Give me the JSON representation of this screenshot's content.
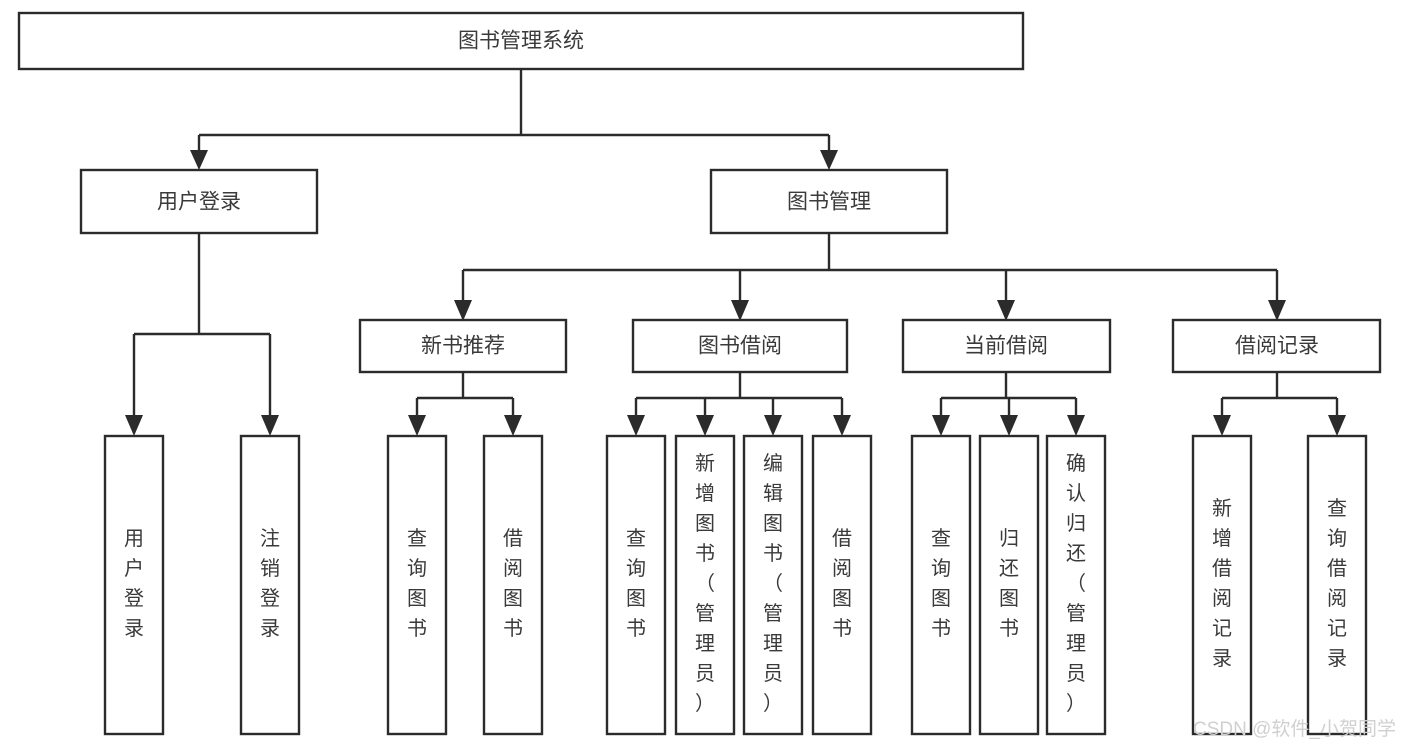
{
  "diagram": {
    "title": "图书管理系统",
    "type": "tree-hierarchy",
    "orientation": "top-down",
    "colors": {
      "box_fill": "#ffffff",
      "box_stroke": "#2b2b2b",
      "connector": "#2b2b2b",
      "text": "#3a3a3a",
      "background": "#ffffff",
      "watermark": "#d0d0d0"
    },
    "root": {
      "label": "图书管理系统"
    },
    "level2": [
      {
        "label": "用户登录"
      },
      {
        "label": "图书管理"
      }
    ],
    "level3": [
      {
        "label": "新书推荐"
      },
      {
        "label": "图书借阅"
      },
      {
        "label": "当前借阅"
      },
      {
        "label": "借阅记录"
      }
    ],
    "leaves": {
      "user_login": [
        {
          "label": "用户登录"
        },
        {
          "label": "注销登录"
        }
      ],
      "new_book_recommend": [
        {
          "label": "查询图书"
        },
        {
          "label": "借阅图书"
        }
      ],
      "book_borrow": [
        {
          "label": "查询图书"
        },
        {
          "label": "新增图书（管理员）"
        },
        {
          "label": "编辑图书（管理员）"
        },
        {
          "label": "借阅图书"
        }
      ],
      "current_borrow": [
        {
          "label": "查询图书"
        },
        {
          "label": "归还图书"
        },
        {
          "label": "确认归还（管理员）"
        }
      ],
      "borrow_record": [
        {
          "label": "新增借阅记录"
        },
        {
          "label": "查询借阅记录"
        }
      ]
    },
    "watermark": "CSDN @软件_小贺同学"
  }
}
